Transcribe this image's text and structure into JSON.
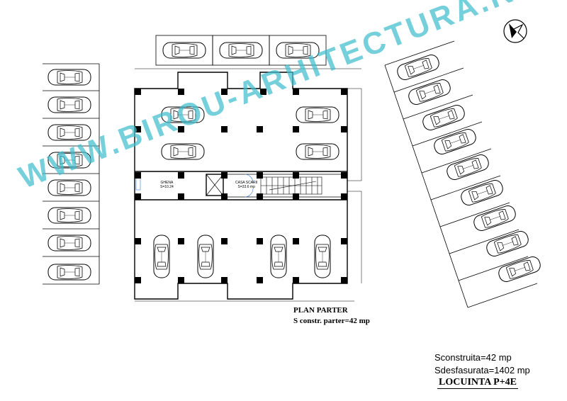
{
  "plan": {
    "title": "PLAN PARTER",
    "subtitle": "S constr. parter=42 mp"
  },
  "summary": {
    "built_area": "Sconstruita=42 mp",
    "developed_area": "Sdesfasurata=1402 mp",
    "project": "LOCUINTA P+4E"
  },
  "rooms": {
    "left_name": "GHENA",
    "left_area": "S=10.24",
    "right_name": "CASA SCARII",
    "right_area": "S=33.6 mp"
  },
  "watermark": "WWW.BIROU-ARHITECTURA.RO",
  "icons": {
    "north": "north-arrow-icon",
    "car": "car-icon"
  },
  "colors": {
    "watermark": "#40becd",
    "lines": "#000000"
  }
}
